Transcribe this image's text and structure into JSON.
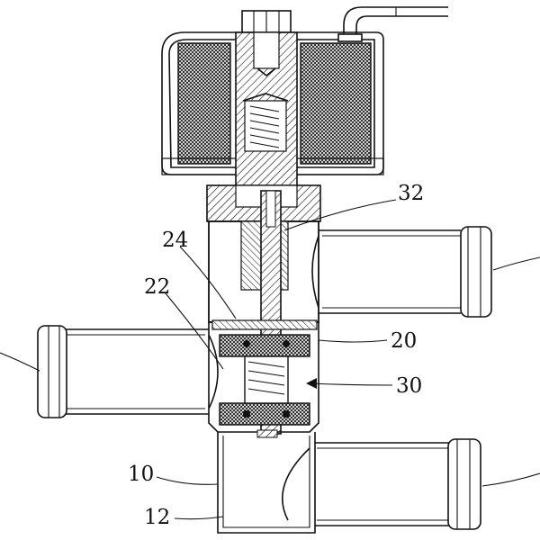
{
  "labels": {
    "l32": "32",
    "l24": "24",
    "l22": "22",
    "l20": "20",
    "l30": "30",
    "l10": "10",
    "l12": "12"
  },
  "colors": {
    "ink": "#111111",
    "paper": "#ffffff"
  }
}
